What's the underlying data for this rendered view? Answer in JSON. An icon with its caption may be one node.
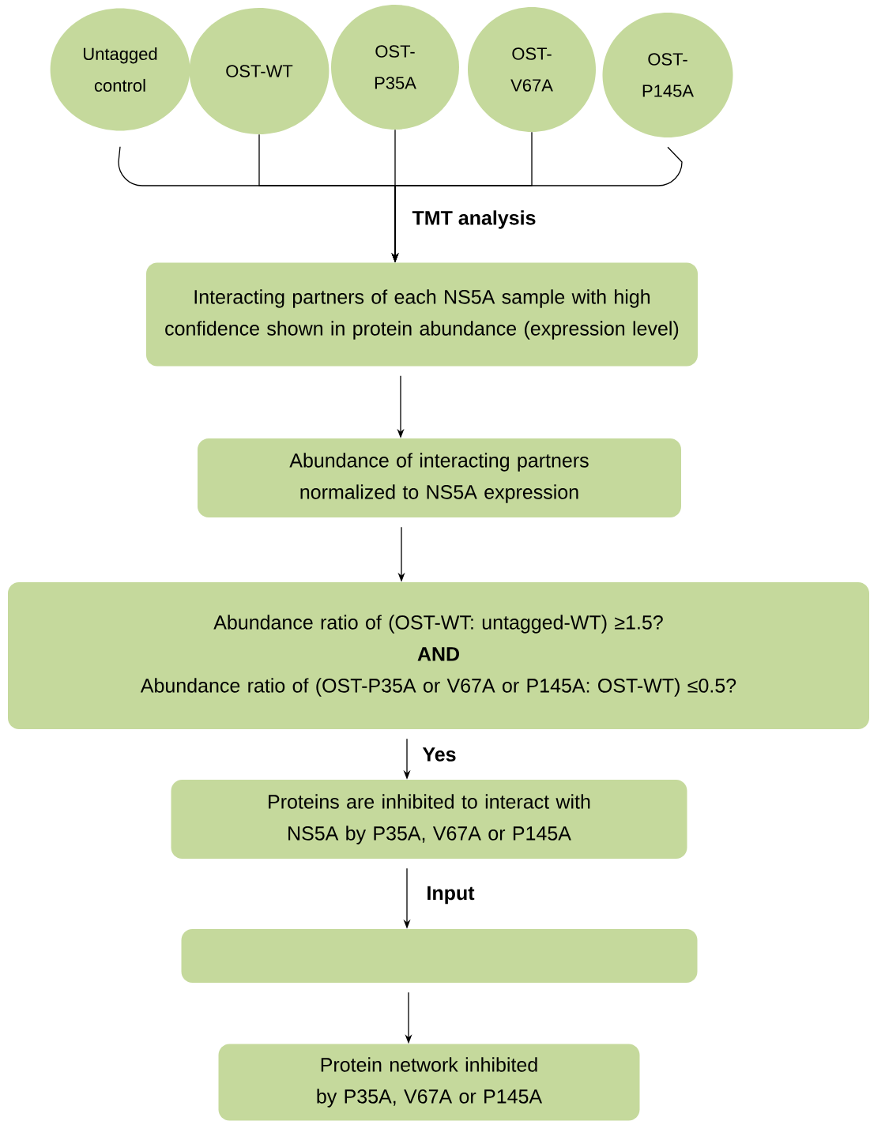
{
  "diagram": {
    "nodes": [
      {
        "text": [
          "Untagged control"
        ]
      },
      {
        "text": [
          "OST-WT"
        ]
      },
      {
        "text": [
          "OST- P35A"
        ]
      },
      {
        "text": [
          "OST- V67A"
        ]
      },
      {
        "text": [
          "OST- P145A"
        ]
      },
      {
        "text": [
          "Interacting  partners of each NS5A sample with high confidence shown in protein abundance (expression level)"
        ]
      },
      {
        "text": [
          "Abundance of interacting  partners normalized to NS5A expression"
        ]
      },
      {
        "text": [
          "Abundance ratio of (OST-WT: untagged-WT) ≥1.5?",
          "AND",
          "Abundance ratio of (OST-P35A or V67A or P145A: OST-WT) ≤0.5?"
        ]
      },
      {
        "text": [
          "Proteins are inhibited to interact  with NS5A by P35A, V67A or P145A"
        ]
      },
      {
        "text": [],
        "shape": "box"
      },
      {
        "text": [
          "Protein network inhibited by P35A, V67A or P145A"
        ]
      }
    ],
    "edges": [
      {
        "from": 0,
        "to": 5,
        "arrow": "to"
      },
      {
        "from": 1,
        "to": 5,
        "arrow": "to"
      },
      {
        "from": 2,
        "to": 5,
        "arrow": "to",
        "label": "TMT analysis"
      },
      {
        "from": 3,
        "to": 5,
        "arrow": "to"
      },
      {
        "from": 4,
        "to": 5,
        "arrow": "to"
      },
      {
        "from": 5,
        "to": 6,
        "arrow": "to"
      },
      {
        "from": 6,
        "to": 7,
        "arrow": "to"
      },
      {
        "from": 7,
        "to": 8,
        "arrow": "to",
        "label": "Yes"
      },
      {
        "from": 8,
        "to": 9,
        "arrow": "to",
        "label": "Input"
      },
      {
        "from": 9,
        "to": 10,
        "arrow": "to"
      }
    ]
  }
}
